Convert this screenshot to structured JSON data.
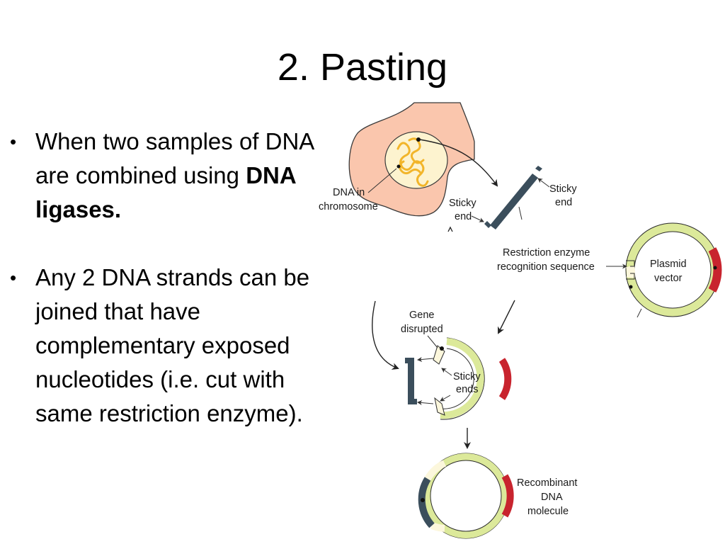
{
  "slide": {
    "title": "2. Pasting",
    "bullets": [
      {
        "text_before": "When two samples of DNA are combined using ",
        "text_bold": "DNA ligases."
      },
      {
        "text": "Any 2 DNA strands can be joined that have complementary exposed nucleotides (i.e. cut with same restriction enzyme)."
      }
    ]
  },
  "diagram": {
    "labels": {
      "dna_in_chromosome_1": "DNA in",
      "dna_in_chromosome_2": "chromosome",
      "sticky_end_left_1": "Sticky",
      "sticky_end_left_2": "end",
      "sticky_end_right_1": "Sticky",
      "sticky_end_right_2": "end",
      "restriction_1": "Restriction enzyme",
      "restriction_2": "recognition sequence",
      "plasmid_1": "Plasmid",
      "plasmid_2": "vector",
      "gene_disrupted_1": "Gene",
      "gene_disrupted_2": "disrupted",
      "sticky_ends_1": "Sticky",
      "sticky_ends_2": "ends",
      "recombinant_1": "Recombinant",
      "recombinant_2": "DNA",
      "recombinant_3": "molecule"
    },
    "colors": {
      "cell": "#fac6ad",
      "nucleus": "#fdf3cf",
      "chromosome": "#f2b52a",
      "plasmid_green": "#dce99a",
      "plasmid_red": "#c8242e",
      "plasmid_cream": "#fcf7dc",
      "dna_fragment": "#3b4e5c",
      "outline": "#2b2b2b"
    }
  }
}
